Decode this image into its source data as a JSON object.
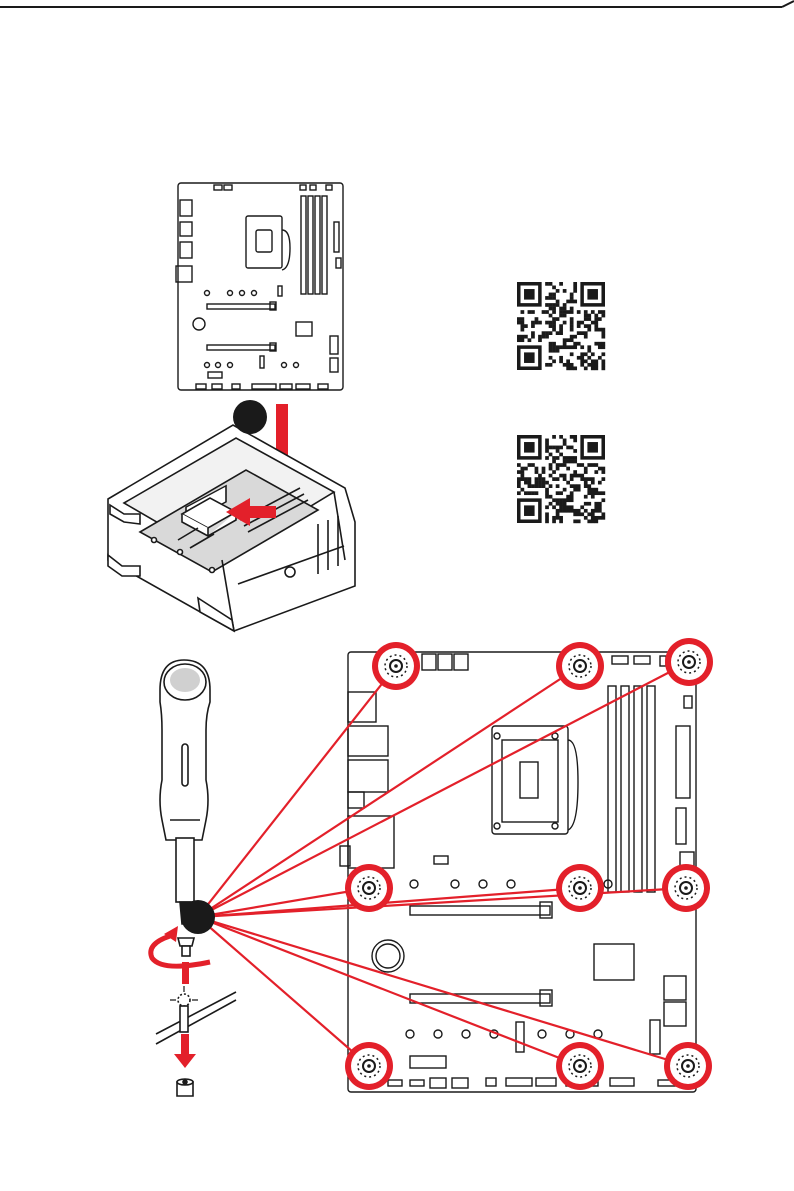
{
  "page": {
    "accent_color": "#e3202a",
    "ink_color": "#1a1a1a"
  },
  "qr_codes": [
    {
      "name": "qr-code-1"
    },
    {
      "name": "qr-code-2"
    }
  ],
  "step_markers": [
    {
      "name": "step-1-marker"
    },
    {
      "name": "step-2-marker"
    }
  ],
  "screw_holes": 9
}
